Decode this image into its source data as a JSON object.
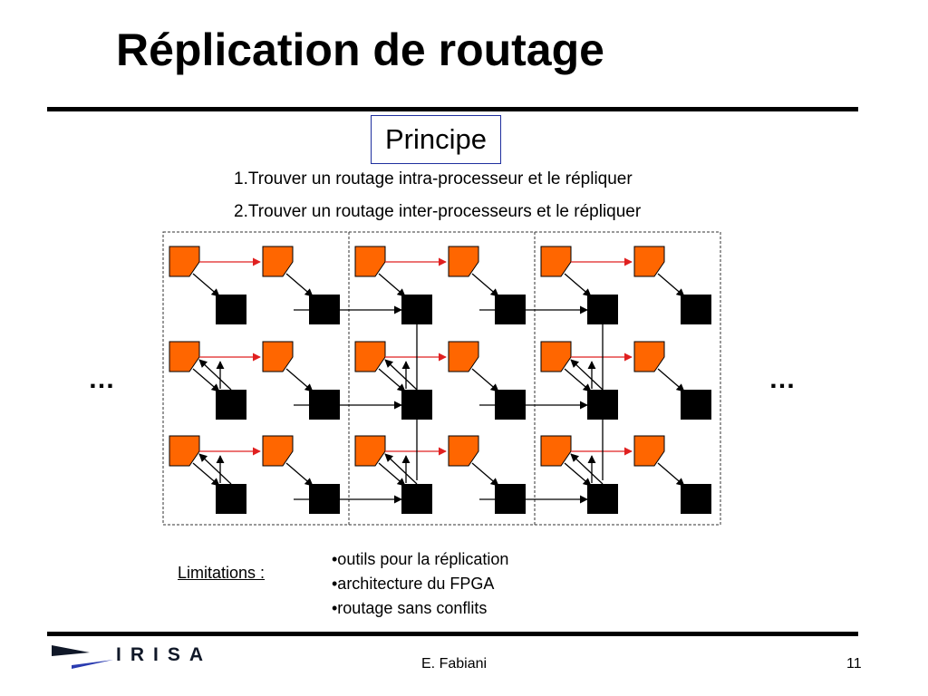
{
  "title": "Réplication de routage",
  "principe": "Principe",
  "steps": [
    "1.Trouver un routage intra-processeur et le répliquer",
    "2.Trouver un routage inter-processeurs et le répliquer"
  ],
  "ellipsis_left": "…",
  "ellipsis_right": "…",
  "limitations": {
    "label": "Limitations :",
    "items": [
      "•outils pour la réplication",
      "•architecture du FPGA",
      "•routage sans conflits"
    ]
  },
  "footer": {
    "logo": "IRISA",
    "author": "E. Fabiani",
    "page": "11"
  },
  "colors": {
    "logic_block": "#ff6600",
    "switch_block": "#000000",
    "intra_route": "#e02020",
    "inter_route": "#000000",
    "logo_blue": "#2a3bb0"
  }
}
